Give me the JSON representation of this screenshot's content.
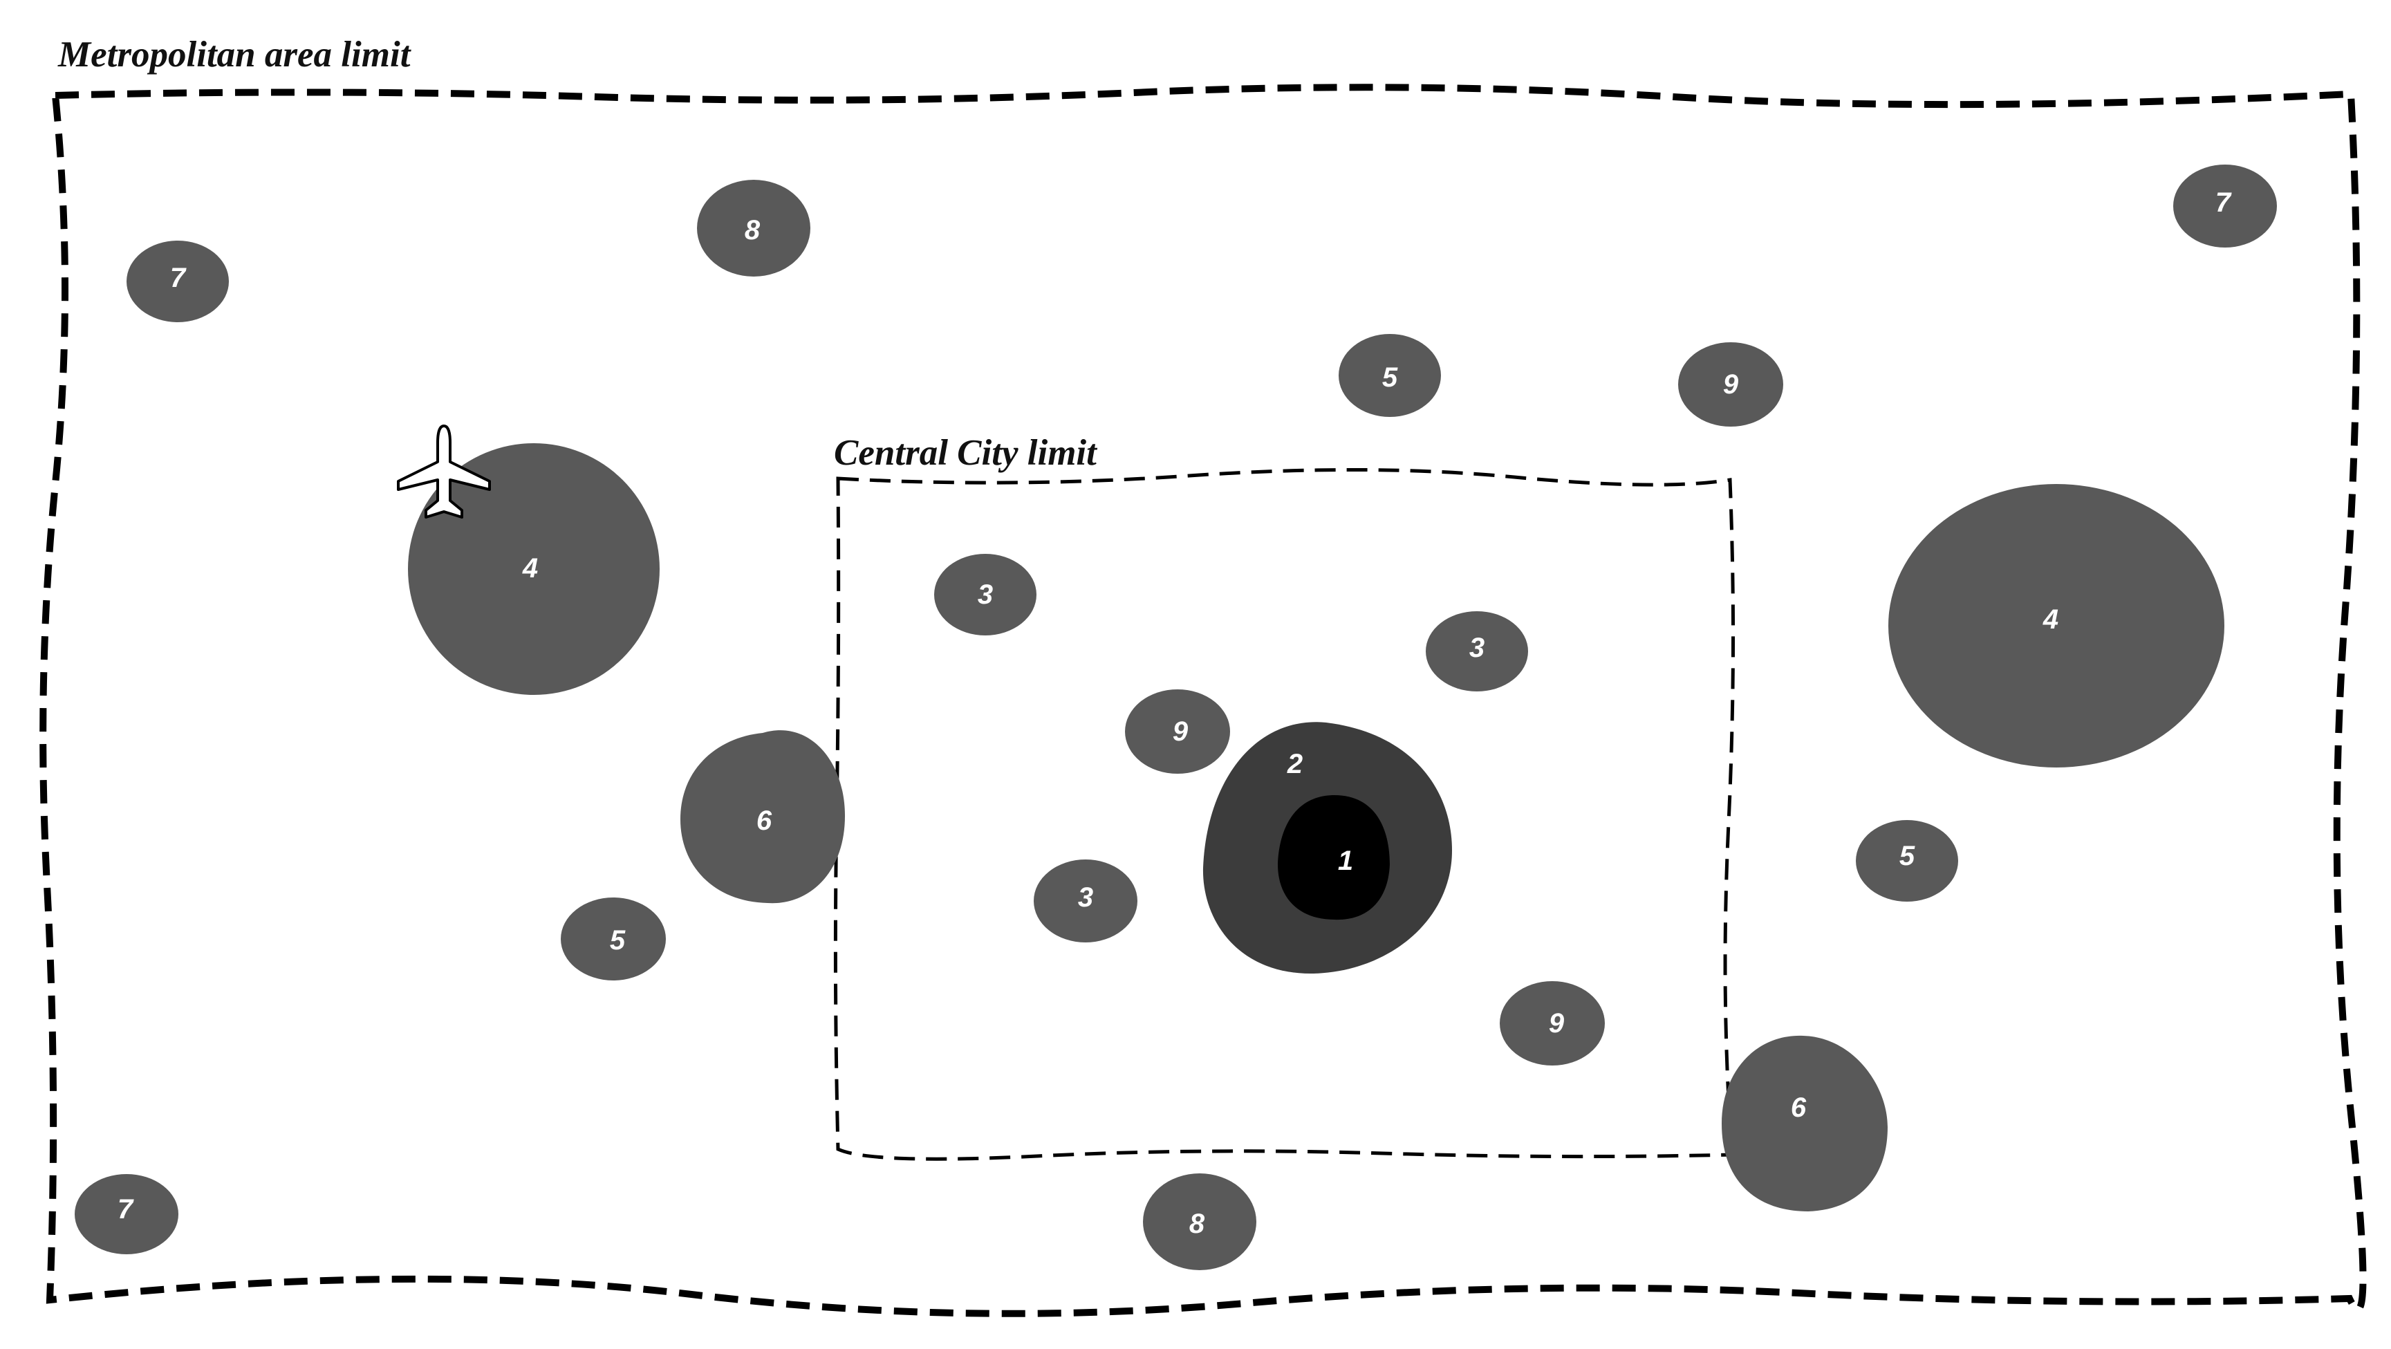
{
  "diagram": {
    "metropolitan_label": "Metropolitan area limit",
    "central_city_label": "Central City limit",
    "colors": {
      "background": "#ffffff",
      "boundary": "#000000",
      "node_fill": "#595959",
      "zone_2_fill": "#3c3c3c",
      "zone_1_fill": "#000000",
      "label_color": "#ffffff"
    },
    "nodes": [
      {
        "id": "metro-node-7-top-left",
        "label": "7"
      },
      {
        "id": "metro-node-8-top",
        "label": "8"
      },
      {
        "id": "metro-node-7-top-right",
        "label": "7"
      },
      {
        "id": "metro-node-5-top",
        "label": "5"
      },
      {
        "id": "metro-node-9-top",
        "label": "9"
      },
      {
        "id": "metro-node-4-left",
        "label": "4"
      },
      {
        "id": "metro-node-4-right",
        "label": "4"
      },
      {
        "id": "city-node-3-upper-left",
        "label": "3"
      },
      {
        "id": "city-node-3-upper-right",
        "label": "3"
      },
      {
        "id": "city-node-9-center",
        "label": "9"
      },
      {
        "id": "metro-node-6-left",
        "label": "6"
      },
      {
        "id": "metro-node-5-left",
        "label": "5"
      },
      {
        "id": "city-node-3-lower-left",
        "label": "3"
      },
      {
        "id": "metro-node-5-right",
        "label": "5"
      },
      {
        "id": "city-node-9-lower",
        "label": "9"
      },
      {
        "id": "metro-node-6-right",
        "label": "6"
      },
      {
        "id": "metro-node-7-bottom-left",
        "label": "7"
      },
      {
        "id": "metro-node-8-bottom",
        "label": "8"
      }
    ],
    "core": {
      "zone_2_label": "2",
      "zone_1_label": "1"
    },
    "airport_icon": "airplane-icon"
  }
}
